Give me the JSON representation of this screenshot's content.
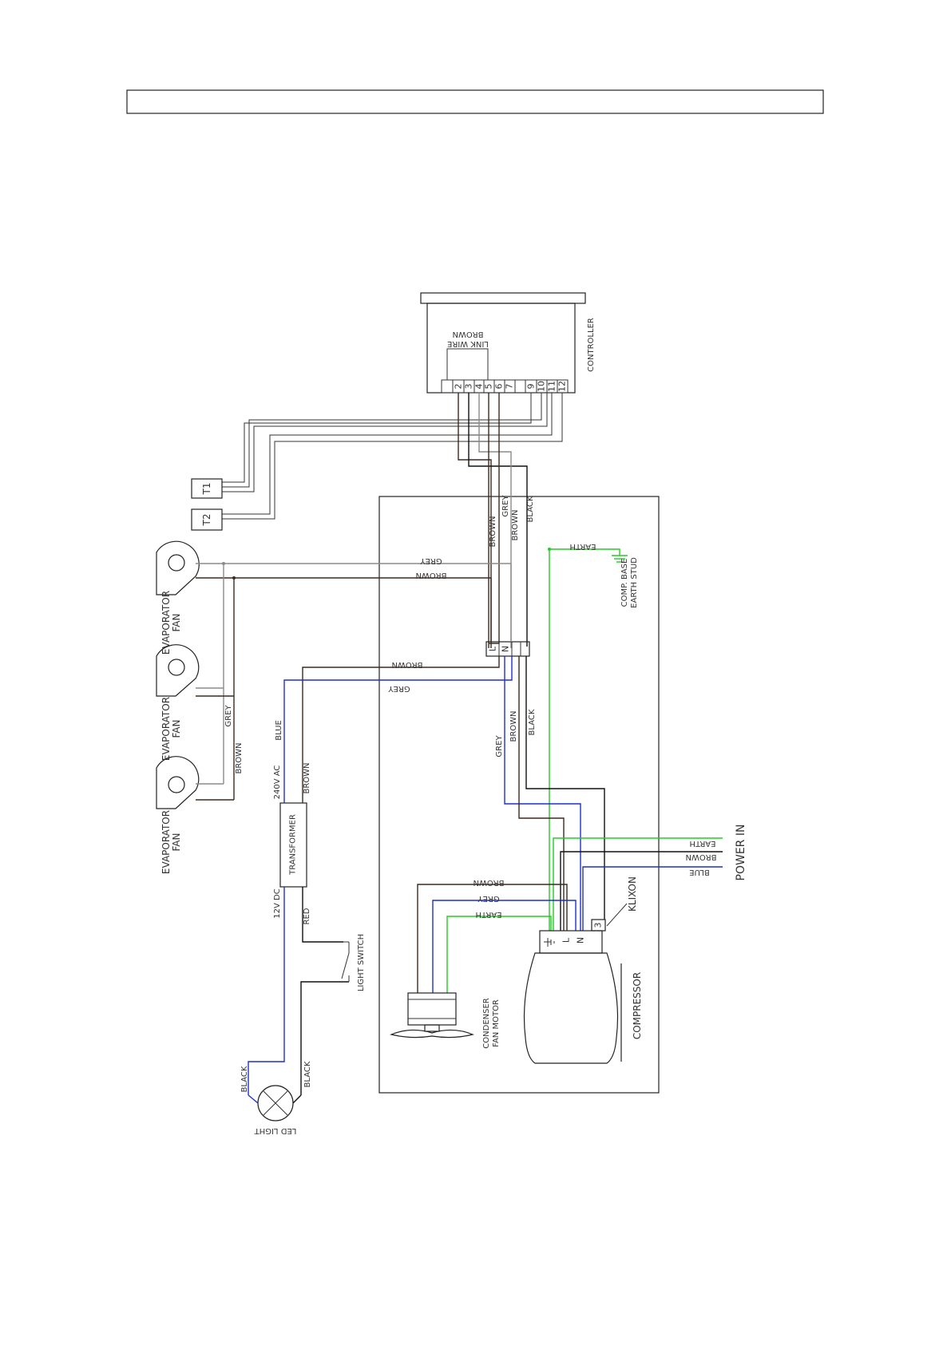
{
  "header_box_text": "",
  "colors": {
    "brown": "#3b2a20",
    "grey": "#8c8c8c",
    "black": "#111111",
    "blue": "#1f2fd0",
    "earth": "#22cc22",
    "outline": "#222222"
  },
  "controller": {
    "label": "CONTROLLER",
    "link_wire_line1": "LINK WIRE",
    "link_wire_line2": "BROWN",
    "terminals": [
      "2",
      "3",
      "4",
      "5",
      "6",
      "7",
      "9",
      "10",
      "11",
      "12"
    ]
  },
  "sensors": {
    "t1": "T1",
    "t2": "T2"
  },
  "wire_labels": {
    "brown": "BROWN",
    "grey": "GREY",
    "black": "BLACK",
    "blue": "BLUE",
    "earth": "EARTH",
    "red": "RED"
  },
  "terminal_block": {
    "l": "L",
    "n": "N"
  },
  "evaporator_fans": [
    {
      "line1": "EVAPORATOR",
      "line2": "FAN"
    },
    {
      "line1": "EVAPORATOR",
      "line2": "FAN"
    },
    {
      "line1": "EVAPORATOR",
      "line2": "FAN"
    }
  ],
  "earth_stud": {
    "line1": "COMP. BASE",
    "line2": "EARTH STUD"
  },
  "transformer": {
    "label": "TRANSFORMER",
    "input": "240V AC",
    "output": "12V DC"
  },
  "light_switch": "LIGHT SWITCH",
  "led_light": "LED LIGHT",
  "condenser": {
    "line1": "CONDENSER",
    "line2": "FAN MOTOR"
  },
  "compressor": {
    "label": "COMPRESSOR",
    "term_l": "L",
    "term_n": "N",
    "term_3": "3"
  },
  "klixon": "KLIXON",
  "power_in": "POWER IN"
}
